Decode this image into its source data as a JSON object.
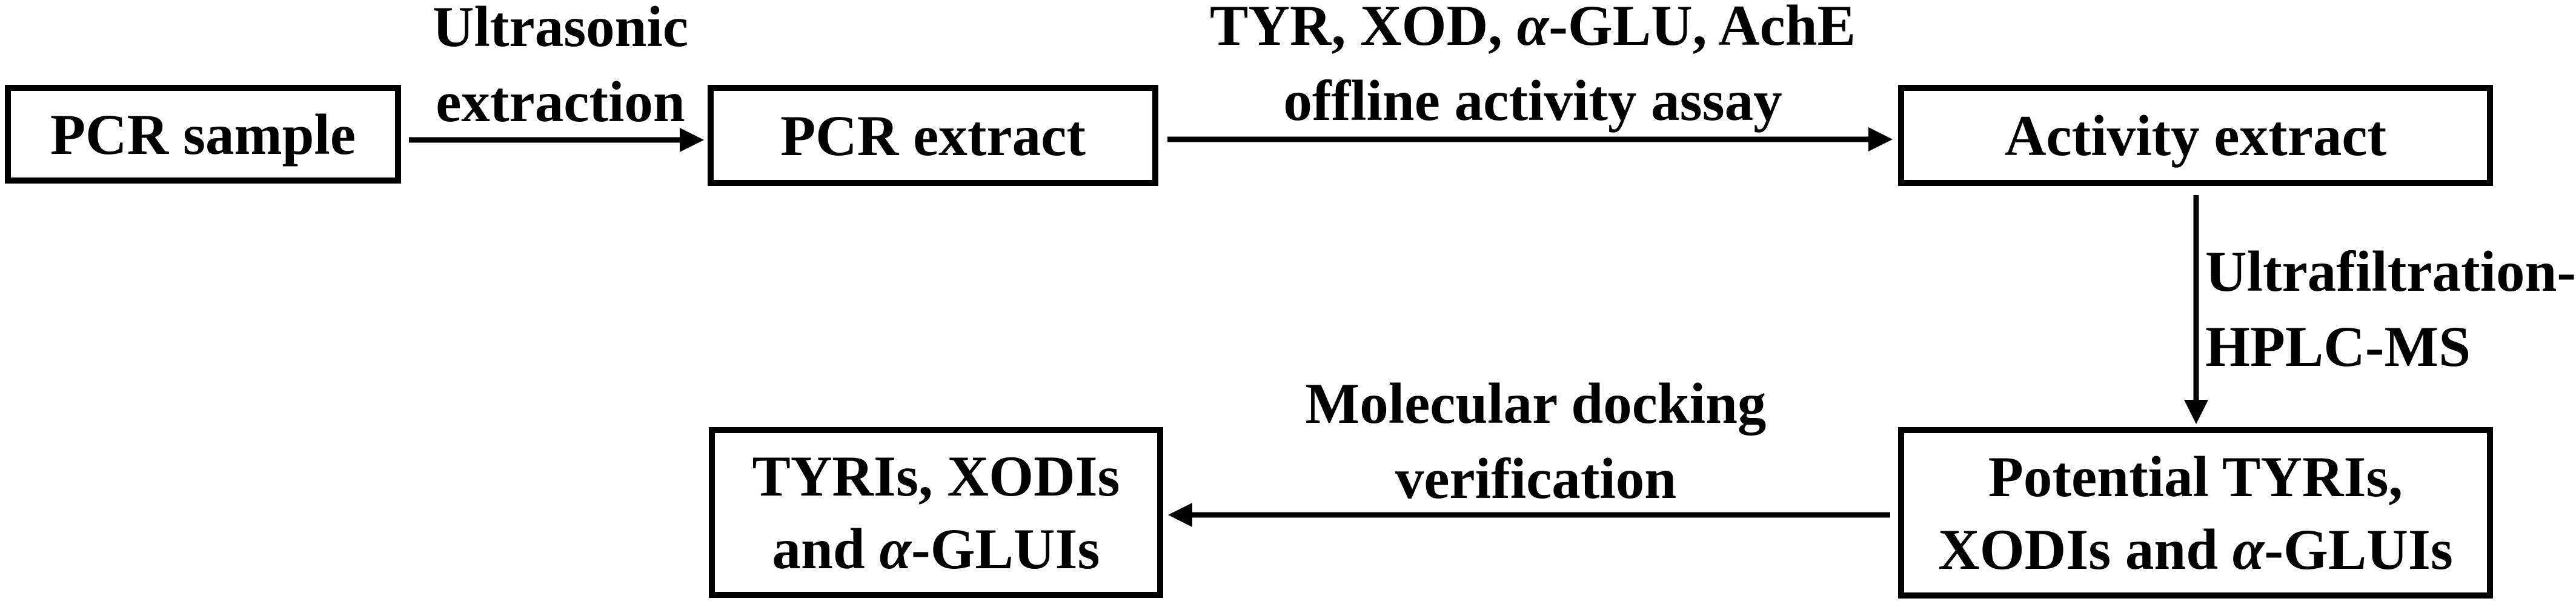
{
  "canvas": {
    "background_color": "#ffffff",
    "ink_color": "#000000"
  },
  "nodes": {
    "pcr_sample": {
      "label": "PCR sample"
    },
    "pcr_extract": {
      "label": "PCR extract"
    },
    "activity_extract": {
      "label": "Activity extract"
    },
    "potential_inhibitors": {
      "line1": "Potential TYRIs,",
      "line2": [
        {
          "t": "XODIs and "
        },
        {
          "t": "α",
          "i": true
        },
        {
          "t": "-GLUIs"
        }
      ]
    },
    "final_inhibitors": {
      "line1": "TYRIs, XODIs",
      "line2": [
        {
          "t": "and "
        },
        {
          "t": "α",
          "i": true
        },
        {
          "t": "-GLUIs"
        }
      ]
    }
  },
  "arrow_labels": {
    "ultrasonic_extraction": {
      "line1": "Ultrasonic",
      "line2": "extraction"
    },
    "offline_activity_assay": {
      "line1": [
        {
          "t": "TYR, XOD, "
        },
        {
          "t": "α",
          "i": true
        },
        {
          "t": "-GLU, AchE"
        }
      ],
      "line2": "offline activity assay"
    },
    "ultrafiltration_hplc_ms": {
      "line1": "Ultrafiltration-",
      "line2": "HPLC-MS"
    },
    "molecular_docking": {
      "line1": "Molecular docking",
      "line2": "verification"
    }
  }
}
